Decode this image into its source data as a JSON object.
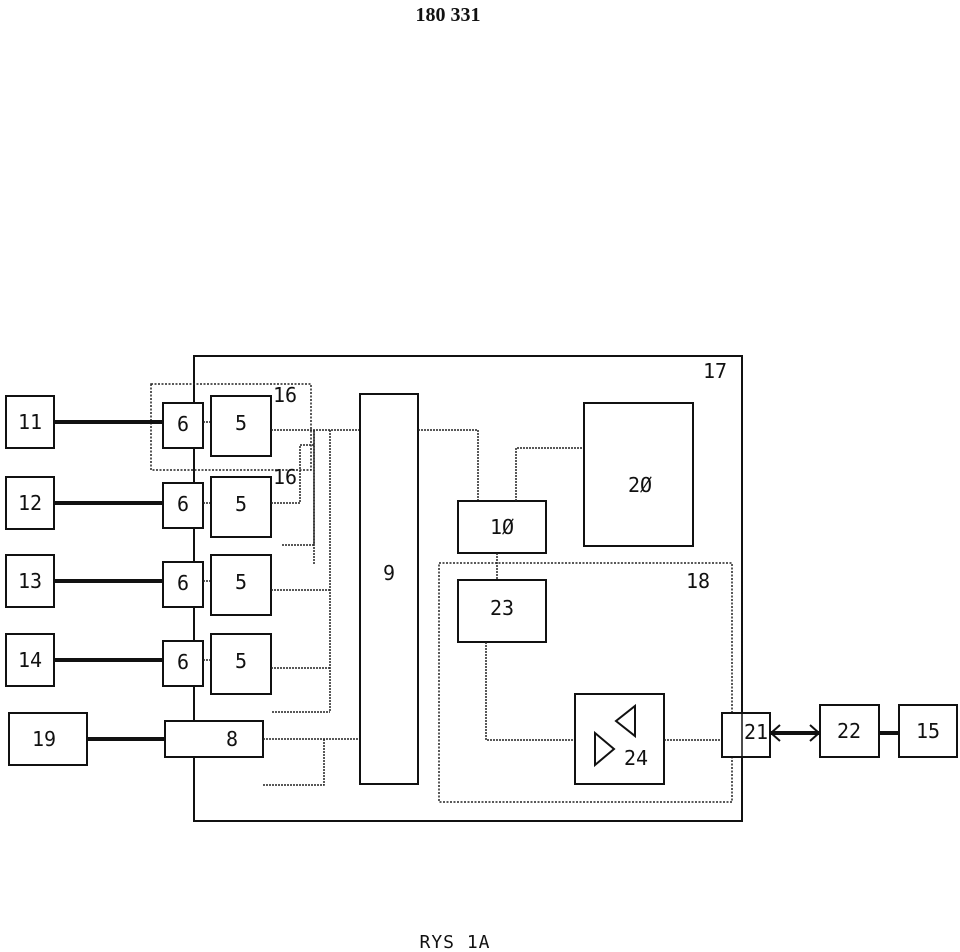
{
  "page_number": "180 331",
  "caption": "RYS 1A",
  "labels": {
    "b11": "11",
    "b12": "12",
    "b13": "13",
    "b14": "14",
    "b19": "19",
    "b6": "6",
    "b5": "5",
    "b16": "16",
    "b8": "8",
    "b9": "9",
    "b10": "1Ø",
    "b20": "2Ø",
    "b23": "23",
    "b24": "24",
    "b18": "18",
    "b17": "17",
    "b21": "21",
    "b22": "22",
    "b15": "15"
  }
}
